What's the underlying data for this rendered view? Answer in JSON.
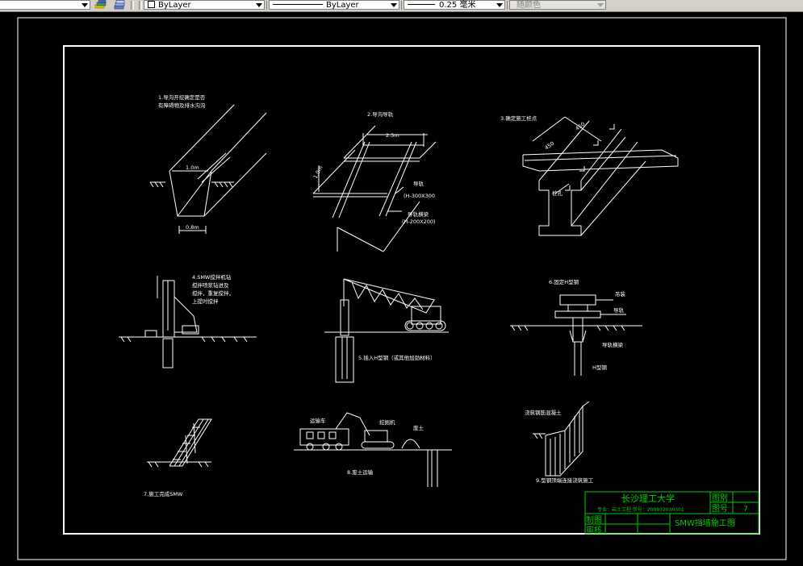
{
  "toolbar": {
    "color_value": "ByLayer",
    "linetype_value": "ByLayer",
    "lineweight_value": "0.25 毫米",
    "plotstyle_value": "随颜色"
  },
  "drawing": {
    "labels": {
      "d1a": "1.导沟开挖确定是否",
      "d1b": "有障碍物及排水沟沟",
      "d1_top": "1.0m",
      "d1_bottom": "0.8m",
      "d2_title": "2.导沟导轨",
      "d2_width": "2.5m",
      "d2_side": "1.0m",
      "d2_rail": "导轨",
      "d2_rail_size": "(H-300X300",
      "d2_rail2": "导轨横梁",
      "d2_rail2_size": "(H-200X200)",
      "d3_title": "3.确定施工桩点",
      "d3_dim1": "450",
      "d3_dim2": "450",
      "d3_pile": "桩孔",
      "d4a": "4.SMW搅拌机钻",
      "d4b": "搅拌喷浆钻进及",
      "d4c": "搅拌，重复搅拌，",
      "d4d": "上提时搅拌",
      "d5": "5.插入H型钢（或其他加劲材料）",
      "d6_title": "6.固定H型钢",
      "d6_a": "吊装",
      "d6_b": "导轨",
      "d6_c": "导轨横梁",
      "d6_d": "H型钢",
      "d7": "7.施工完成SMW",
      "d8_truck": "运输车",
      "d8_excavator": "挖掘机",
      "d8_soil": "废土",
      "d8_title": "8.废土运输",
      "d9_a": "浇筑钢筋混凝土",
      "d9_title": "9.型钢顶端连接浇筑施工"
    },
    "titleblock": {
      "school": "长沙理工大学",
      "major_line": "专业：岩土工程   学号：200932030301",
      "category_label": "图别",
      "number_label": "图号",
      "number_value": "7",
      "drafter": "制图",
      "reviewer": "审核",
      "drawing_title": "SMW挡墙施工图"
    }
  }
}
